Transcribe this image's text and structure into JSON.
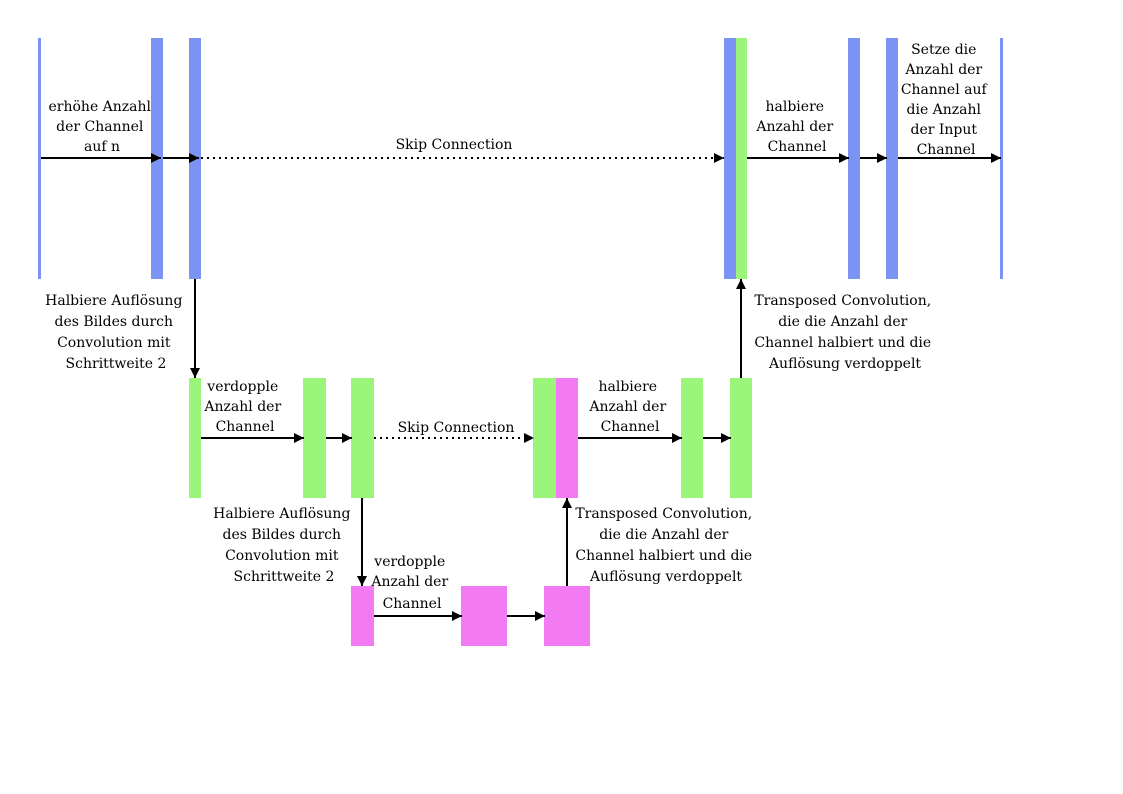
{
  "colors": {
    "level1": "#7b93f2",
    "level2": "#9af57a",
    "level3": "#f27af2",
    "line": "#000000"
  },
  "labels": {
    "increase_channels": [
      "erhöhe Anzahl",
      "der Channel",
      "auf n"
    ],
    "skip_top": "Skip Connection",
    "halve_top": [
      "halbiere",
      "Anzahl der",
      "Channel"
    ],
    "set_input": [
      "Setze die",
      "Anzahl der",
      "Channel auf",
      "die Anzahl",
      "der Input",
      "Channel"
    ],
    "downsample_1": [
      "Halbiere Auflösung",
      "des Bildes durch",
      "Convolution mit",
      "Schrittweite 2"
    ],
    "transposed_1": [
      "Transposed Convolution,",
      "die die Anzahl der",
      "Channel halbiert und die",
      "Auflösung verdoppelt"
    ],
    "double_mid": [
      "verdopple",
      "Anzahl der",
      "Channel"
    ],
    "skip_mid": "Skip Connection",
    "halve_mid": [
      "halbiere",
      "Anzahl der",
      "Channel"
    ],
    "downsample_2": [
      "Halbiere Auflösung",
      "des Bildes durch",
      "Convolution mit",
      "Schrittweite 2"
    ],
    "transposed_2": [
      "Transposed Convolution,",
      "die die Anzahl der",
      "Channel halbiert und die",
      "Auflösung verdoppelt"
    ],
    "double_bottom": [
      "verdopple",
      "Anzahl der",
      "Channel"
    ]
  }
}
